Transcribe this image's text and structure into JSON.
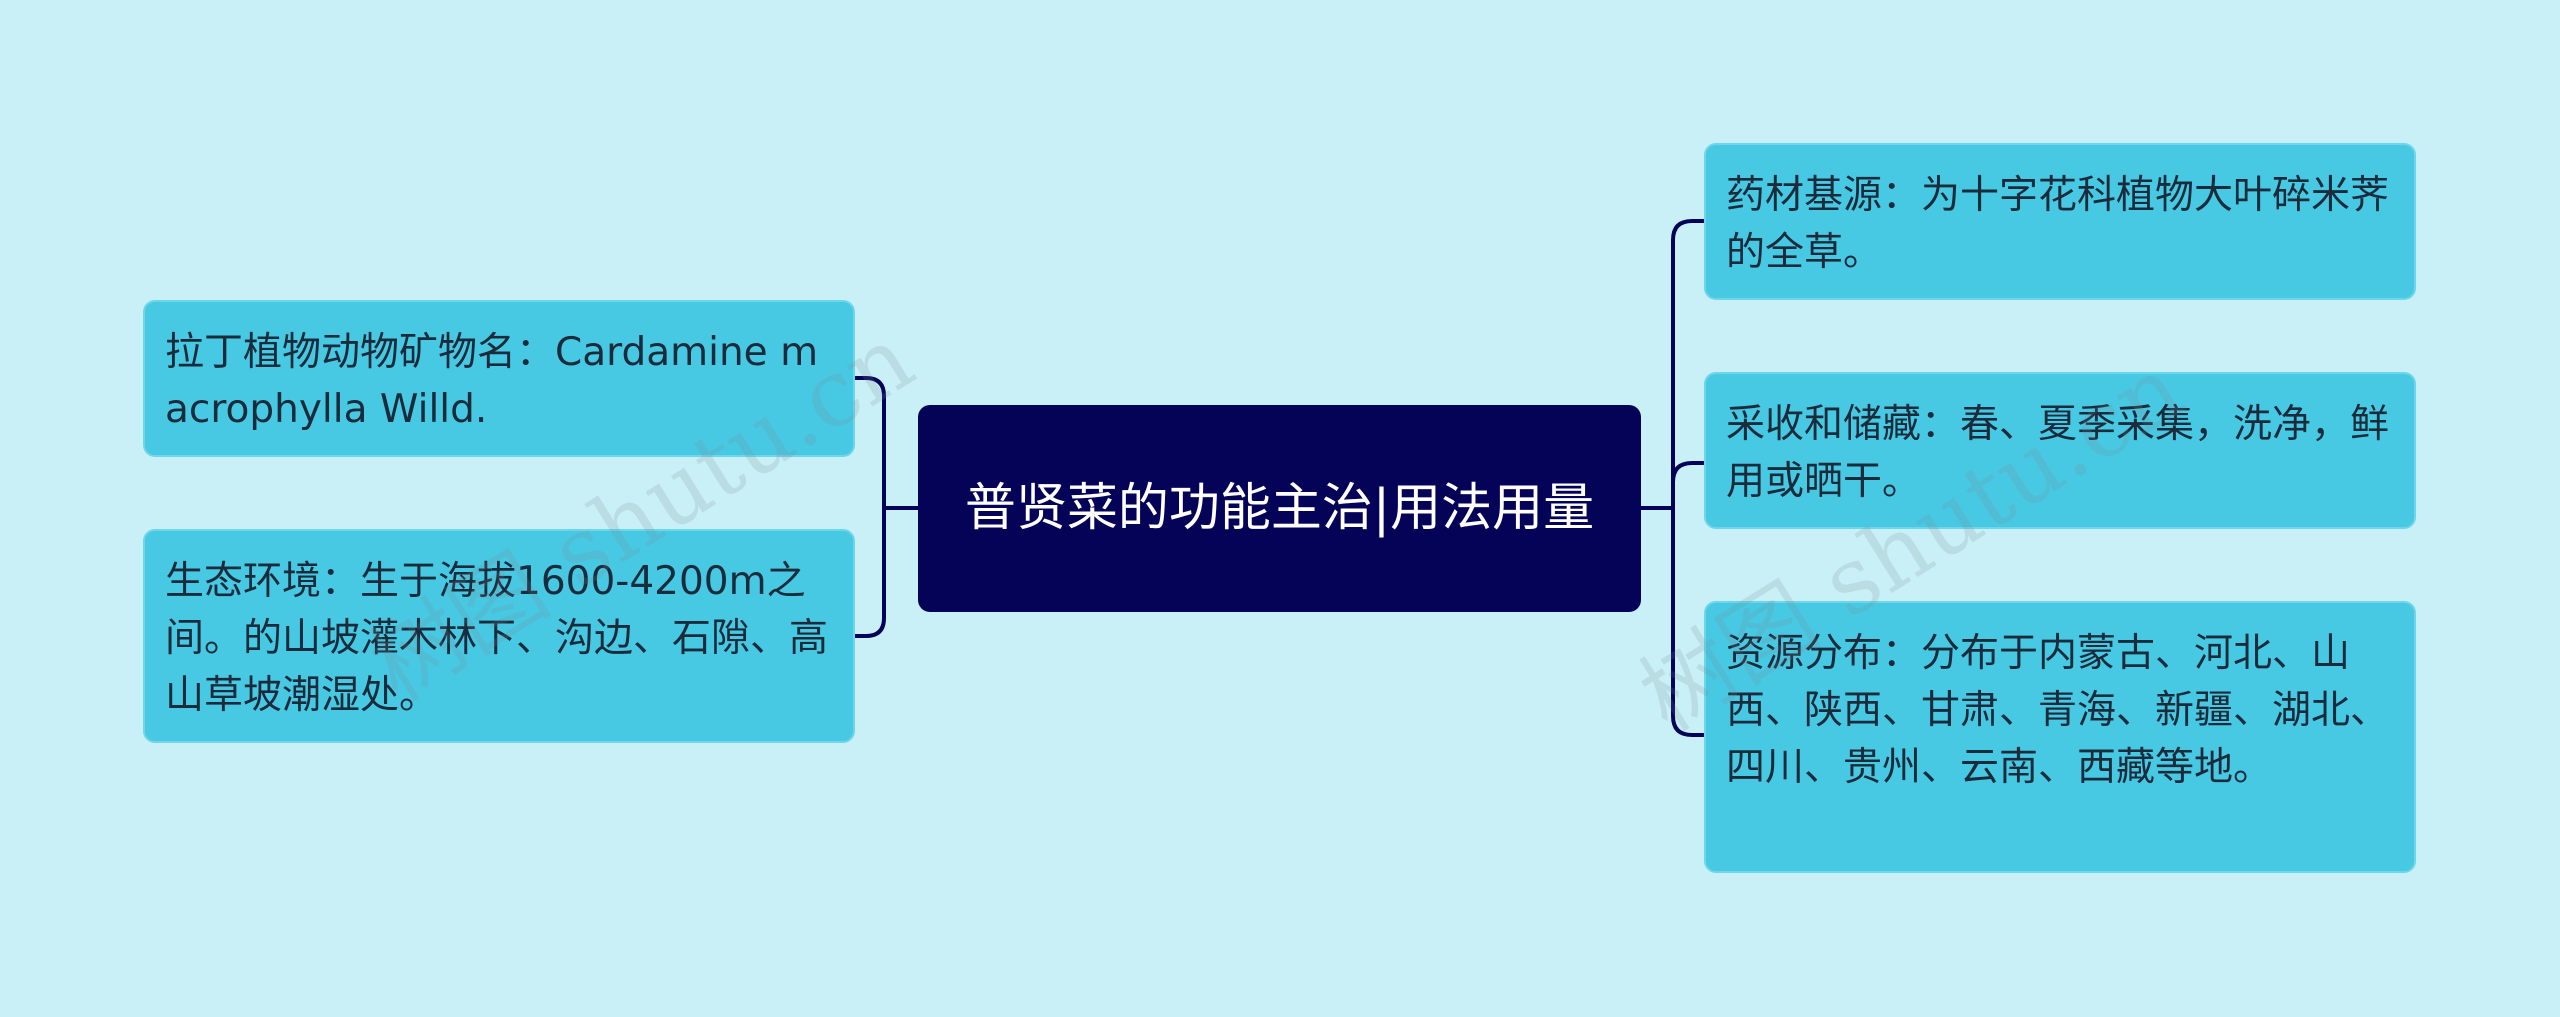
{
  "central": {
    "title": "普贤菜的功能主治|用法用量"
  },
  "left_nodes": [
    {
      "text": "拉丁植物动物矿物名：Cardamine macrophylla Willd."
    },
    {
      "text": "生态环境：生于海拔1600-4200m之间。的山坡灌木林下、沟边、石隙、高山草坡潮湿处。"
    }
  ],
  "right_nodes": [
    {
      "text": "药材基源：为十字花科植物大叶碎米荠的全草。"
    },
    {
      "text": "采收和储藏：春、夏季采集，洗净，鲜用或晒干。"
    },
    {
      "text": "资源分布：分布于内蒙古、河北、山西、陕西、甘肃、青海、新疆、湖北、四川、贵州、云南、西藏等地。"
    }
  ],
  "watermarks": [
    {
      "text": "树图 shutu.cn"
    },
    {
      "text": "树图 shutu.cn"
    }
  ],
  "colors": {
    "background": "#c9f0f6",
    "central_fill": "#050357",
    "node_fill": "#48c9e3",
    "connector": "#050357"
  }
}
